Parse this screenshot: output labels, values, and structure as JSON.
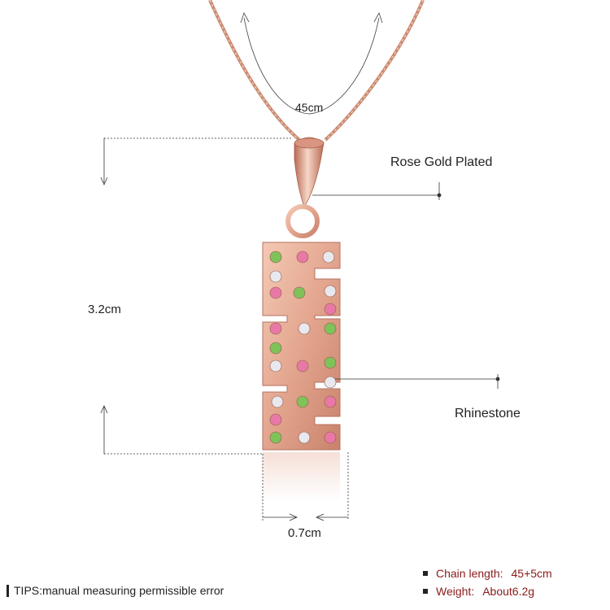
{
  "dimensions": {
    "chain_length": "45cm",
    "pendant_height": "3.2cm",
    "pendant_width": "0.7cm"
  },
  "callouts": {
    "material": "Rose Gold Plated",
    "stone": "Rhinestone"
  },
  "tips": "TIPS:manual measuring permissible error",
  "specs": [
    {
      "label": "Chain length:",
      "value": "45+5cm"
    },
    {
      "label": "Weight:",
      "value": "About6.2g"
    }
  ],
  "colors": {
    "rose_gold": "#e3a58e",
    "rose_gold_dark": "#b86a55",
    "spec_text": "#8b1a1a",
    "stone_pink": "#e879a6",
    "stone_green": "#7fc25a",
    "stone_white": "#e8e8ee"
  }
}
